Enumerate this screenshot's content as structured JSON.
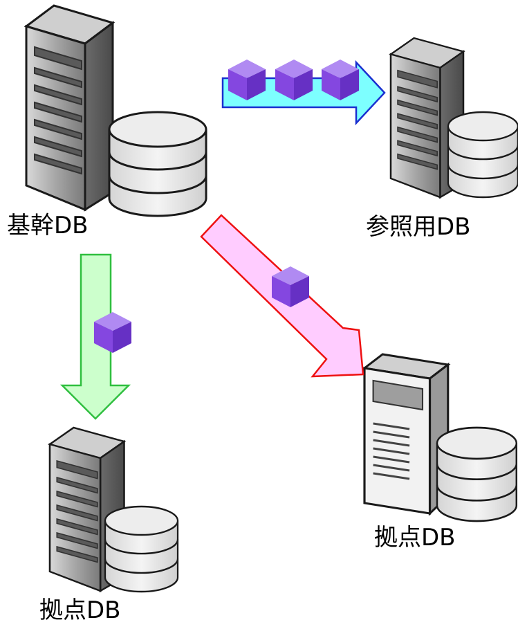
{
  "nodes": {
    "core": {
      "label": "基幹DB"
    },
    "reference": {
      "label": "参照用DB"
    },
    "site_right": {
      "label": "拠点DB"
    },
    "site_bottom": {
      "label": "拠点DB"
    }
  },
  "flows": [
    {
      "from": "core",
      "to": "reference",
      "color": "#7fffff",
      "packets": 3
    },
    {
      "from": "core",
      "to": "site_right",
      "color": "#ffccff",
      "packets": 1
    },
    {
      "from": "core",
      "to": "site_bottom",
      "color": "#ccffcc",
      "packets": 1
    }
  ],
  "colors": {
    "packet_top": "#a97ef0",
    "packet_left": "#7a3fd6",
    "packet_right": "#5e25b3",
    "server_body": "#8f8f8f",
    "disk": "#e6e6e6"
  },
  "icons": [
    "server-icon",
    "database-icon",
    "data-packet-icon"
  ]
}
